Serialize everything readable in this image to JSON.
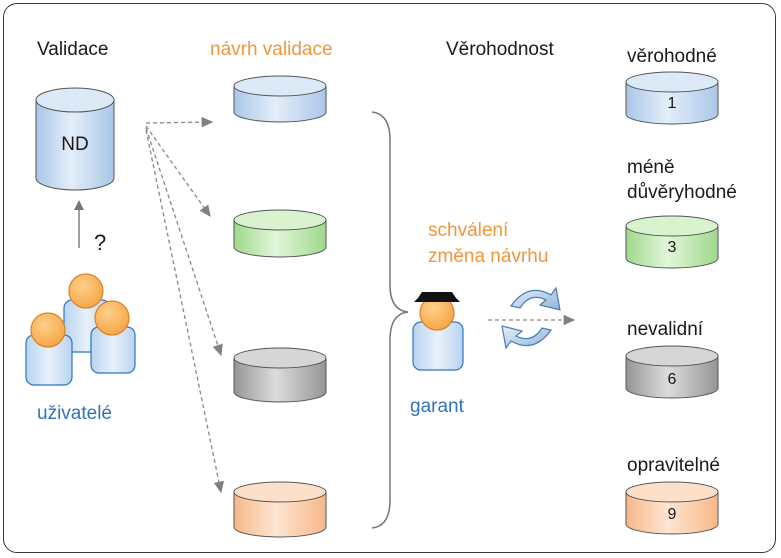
{
  "headings": {
    "validace": "Validace",
    "navrh_validace": "návrh validace",
    "verohodnost": "Věrohodnost"
  },
  "source_db": {
    "label": "ND"
  },
  "users": {
    "question": "?",
    "label": "uživatelé"
  },
  "garant": {
    "action_line1": "schválení",
    "action_line2": "změna návrhu",
    "label": "garant"
  },
  "categories": [
    {
      "line1": "věrohodné",
      "line2": "",
      "value": "1"
    },
    {
      "line1": "méně",
      "line2": "důvěryhodné",
      "value": "3"
    },
    {
      "line1": "nevalidní",
      "line2": "",
      "value": "6"
    },
    {
      "line1": "opravitelné",
      "line2": "",
      "value": "9"
    }
  ],
  "colors": {
    "blue_db": "#cfe0f3",
    "green_db": "#c8ecbc",
    "gray_db": "#b9b9b9",
    "orange_db": "#fbd2b0",
    "accent_orange": "#f0963c",
    "accent_blue": "#2f74c0"
  }
}
